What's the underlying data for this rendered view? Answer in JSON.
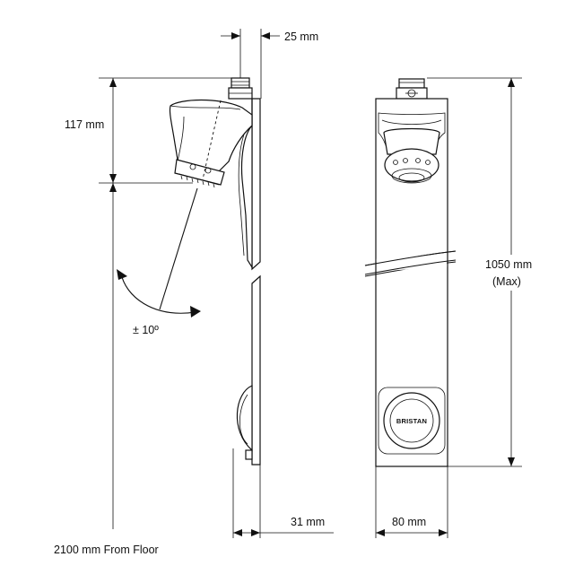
{
  "dimensions": {
    "outlet_offset": "25 mm",
    "head_drop": "117 mm",
    "swivel_angle": "± 10º",
    "depth": "31 mm",
    "width": "80 mm",
    "height": "1050 mm",
    "height_note": "(Max)",
    "floor_height": "2100 mm From Floor"
  },
  "brand": {
    "name": "BRISTAN"
  }
}
